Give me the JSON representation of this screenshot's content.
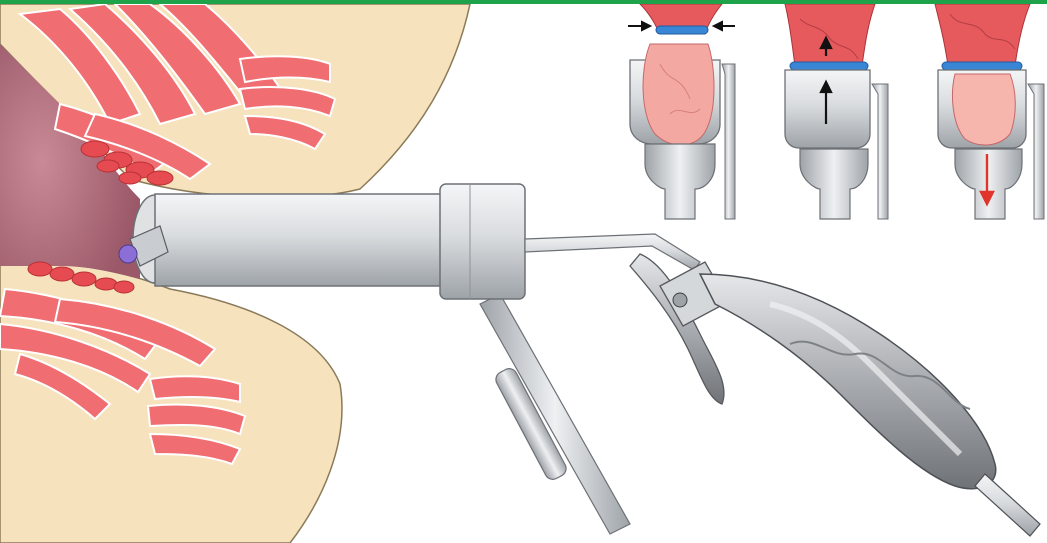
{
  "figure": {
    "panels": [
      "main-procedure-view",
      "ligation-step-1",
      "ligation-step-2",
      "ligation-step-3"
    ]
  },
  "colors": {
    "border": "#1fa34a",
    "skin": "#f6e3bd",
    "muscle": "#f06e72",
    "mucosa": "#b0707e",
    "metal": "#c9ccd0",
    "band": "#3a86d6",
    "arrow_red": "#e0352b"
  }
}
